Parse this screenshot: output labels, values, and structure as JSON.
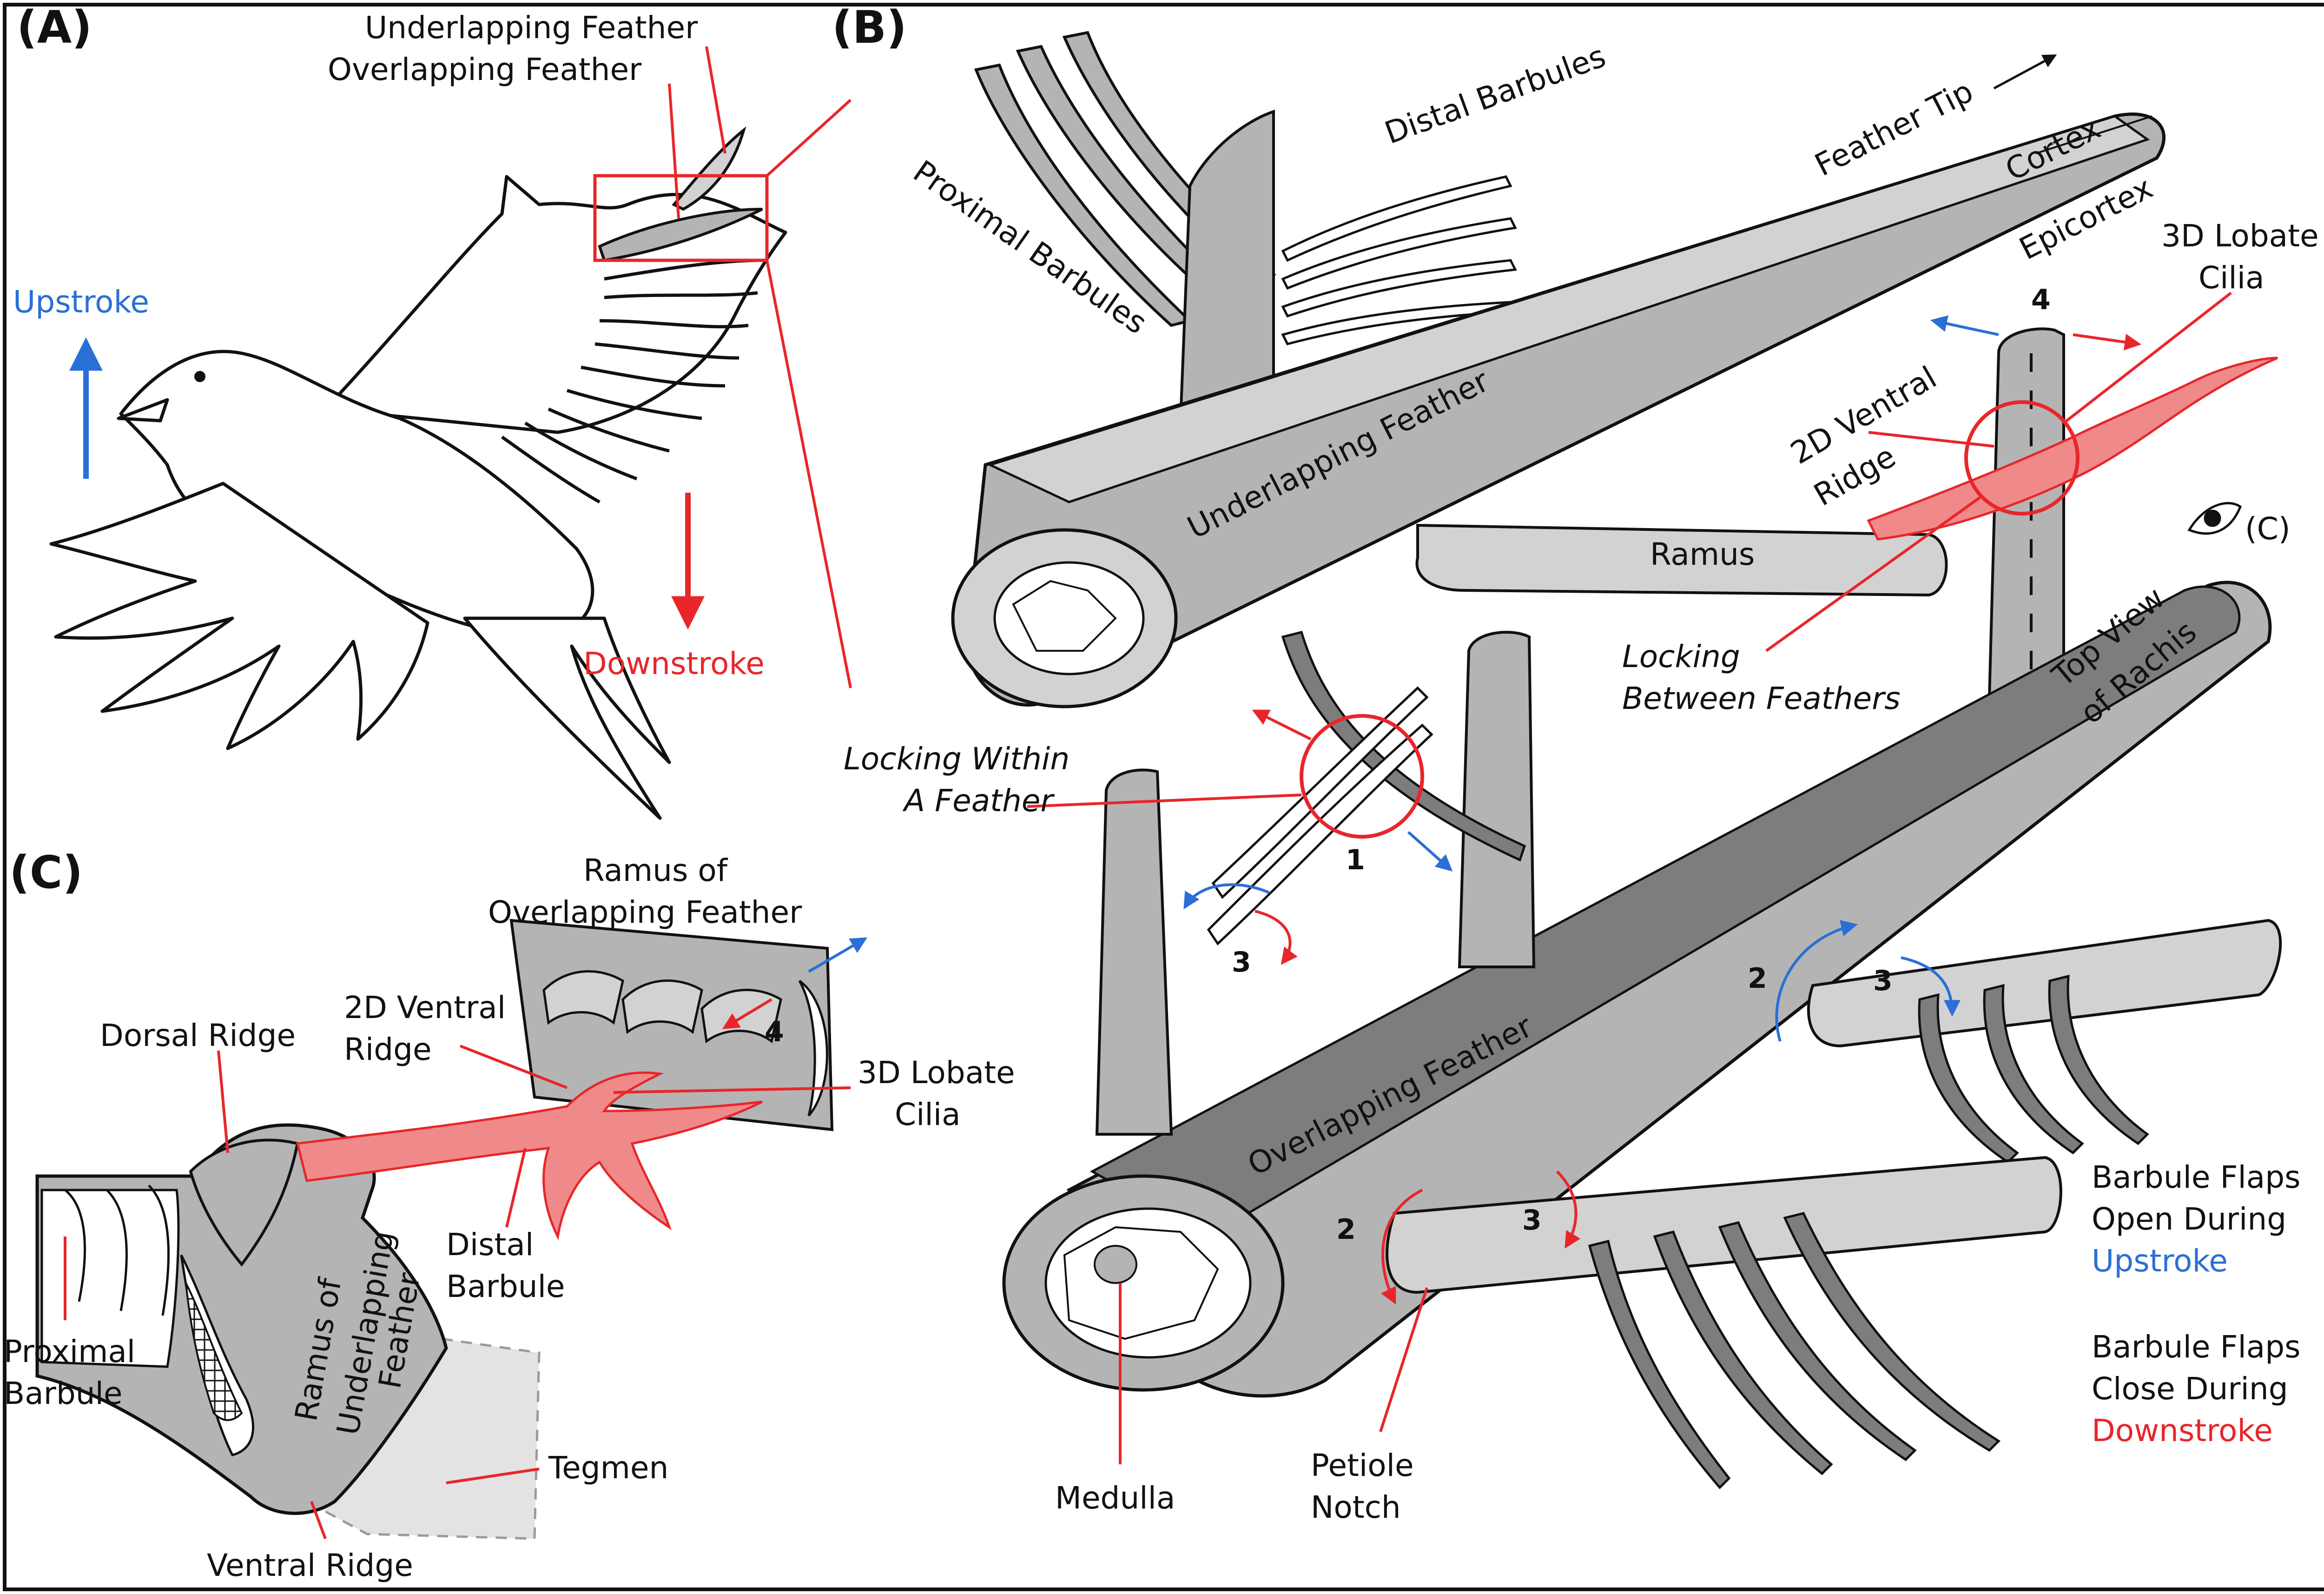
{
  "panels": {
    "a": "(A)",
    "b": "(B)",
    "c": "(C)"
  },
  "panel_a": {
    "underlapping_feather": "Underlapping Feather",
    "overlapping_feather": "Overlapping Feather",
    "upstroke": "Upstroke",
    "downstroke": "Downstroke"
  },
  "panel_b": {
    "feather_tip": "Feather Tip",
    "distal_barbules": "Distal Barbules",
    "proximal_barbules": "Proximal Barbules",
    "cortex": "Cortex",
    "epicortex": "Epicortex",
    "lobate_cilia_1": "3D Lobate",
    "lobate_cilia_2": "Cilia",
    "underlapping_feather": "Underlapping Feather",
    "ventral_ridge_1": "2D Ventral",
    "ventral_ridge_2": "Ridge",
    "ramus": "Ramus",
    "view_c": "(C)",
    "locking_between_1": "Locking",
    "locking_between_2": "Between Feathers",
    "top_view_1": "Top View",
    "top_view_2": "of Rachis",
    "locking_within_1": "Locking Within",
    "locking_within_2": "A Feather",
    "overlapping_feather": "Overlapping Feather",
    "flaps_open_1": "Barbule Flaps",
    "flaps_open_2": "Open During",
    "flaps_open_3": "Upstroke",
    "flaps_close_1": "Barbule Flaps",
    "flaps_close_2": "Close During",
    "flaps_close_3": "Downstroke",
    "medulla": "Medulla",
    "petiole_1": "Petiole",
    "petiole_2": "Notch",
    "n1": "1",
    "n2a": "2",
    "n2b": "2",
    "n3a": "3",
    "n3b": "3",
    "n3c": "3",
    "n4": "4"
  },
  "panel_c": {
    "ramus_over_1": "Ramus of",
    "ramus_over_2": "Overlapping Feather",
    "ventral_ridge_1": "2D Ventral",
    "ventral_ridge_2": "Ridge",
    "dorsal_ridge": "Dorsal Ridge",
    "lobate_cilia_1": "3D Lobate",
    "lobate_cilia_2": "Cilia",
    "distal_barbule_1": "Distal",
    "distal_barbule_2": "Barbule",
    "proximal_barbule_1": "Proximal",
    "proximal_barbule_2": "Barbule",
    "ramus_under_1": "Ramus of",
    "ramus_under_2": "Underlapping",
    "ramus_under_3": "Feather",
    "tegmen": "Tegmen",
    "ventral_ridge": "Ventral Ridge",
    "n4": "4"
  },
  "colors": {
    "blue": "#2a6fd6",
    "red": "#e8262a",
    "gray_light": "#d2d2d2",
    "gray_mid": "#b4b4b4",
    "gray_dark": "#7d7d7d",
    "pink": "#f08a8a"
  }
}
